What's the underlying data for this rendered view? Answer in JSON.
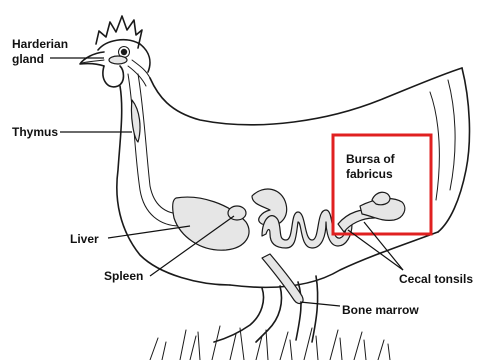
{
  "labels": {
    "harderian_line1": "Harderian",
    "harderian_line2": "gland",
    "thymus": "Thymus",
    "liver": "Liver",
    "spleen": "Spleen",
    "bursa_line1": "Bursa of",
    "bursa_line2": "fabricus",
    "cecal_tonsils": "Cecal tonsils",
    "bone_marrow": "Bone marrow"
  },
  "colors": {
    "highlight_box": "#e02020",
    "ink": "#1a1a1a",
    "organ_fill": "#e6e6e6",
    "background": "#ffffff"
  }
}
